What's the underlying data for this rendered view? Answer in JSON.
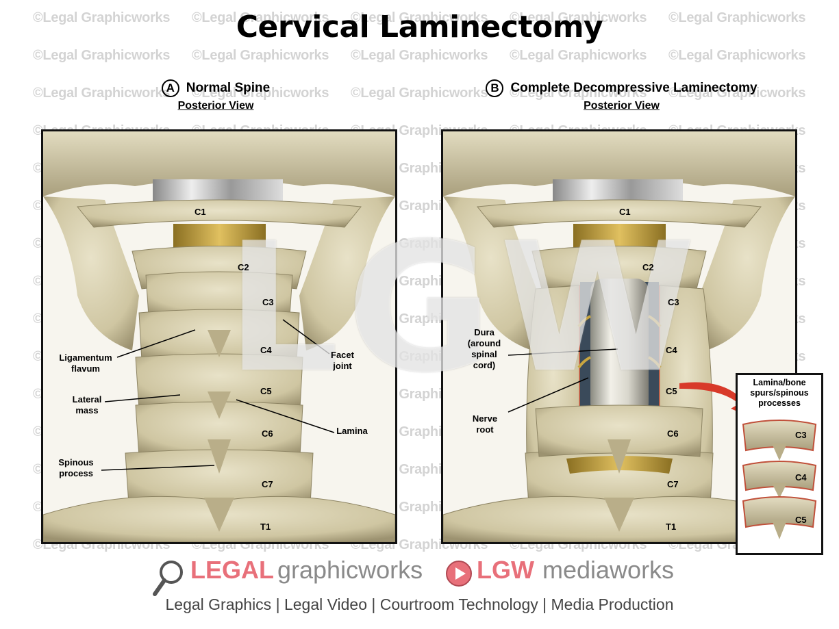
{
  "title": "Cervical Laminectomy",
  "panels": [
    {
      "letter": "A",
      "heading": "Normal Spine",
      "subheading": "Posterior View"
    },
    {
      "letter": "B",
      "heading": "Complete Decompressive Laminectomy",
      "subheading": "Posterior View"
    }
  ],
  "vertebrae": [
    "C1",
    "C2",
    "C3",
    "C4",
    "C5",
    "C6",
    "C7",
    "T1"
  ],
  "labels_a": {
    "ligamentum_flavum": "Ligamentum\nflavum",
    "lateral_mass": "Lateral\nmass",
    "spinous_process": "Spinous\nprocess",
    "facet_joint": "Facet\njoint",
    "lamina": "Lamina"
  },
  "labels_b": {
    "dura": "Dura\n(around\nspinal\ncord)",
    "nerve_root": "Nerve\nroot"
  },
  "inset": {
    "title": "Lamina/bone\nspurs/spinous\nprocesses",
    "levels": [
      "C3",
      "C4",
      "C5"
    ]
  },
  "watermark": "©Legal Graphicworks",
  "big_watermark": "LGW",
  "footer": {
    "logo1_bold": "LEGAL",
    "logo1_rest": "graphicworks",
    "logo2_bold": "LGW",
    "logo2_rest": "mediaworks",
    "tagline": "Legal Graphics | Legal Video | Courtroom Technology | Media Production"
  },
  "colors": {
    "bone": "#d9d2b4",
    "bone_shadow": "#9c9270",
    "disc_gold": "#c9a640",
    "accent_red": "#e8707a",
    "arrow_red": "#d83a2a"
  }
}
